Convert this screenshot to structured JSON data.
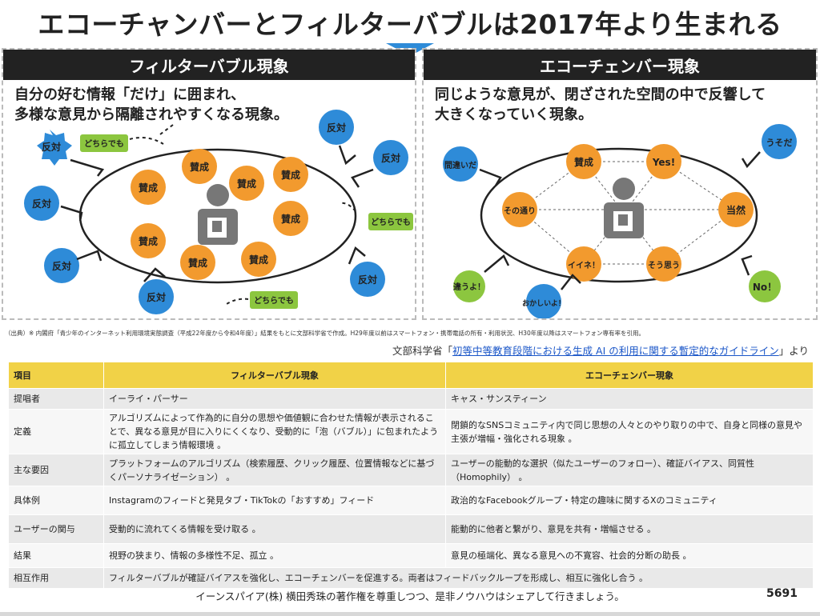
{
  "title": "エコーチャンバーとフィルターバブルは2017年より生まれる",
  "left_panel": {
    "heading": "フィルターバブル現象",
    "desc_line1": "自分の好む情報「だけ」に囲まれ、",
    "desc_line2": "多様な意見から隔離されやすくなる現象。",
    "inside_labels": [
      "賛成",
      "賛成",
      "賛成",
      "賛成",
      "賛成",
      "賛成",
      "賛成",
      "賛成"
    ],
    "outside_blue": [
      "反対",
      "反対",
      "反対",
      "反対",
      "反対",
      "反対",
      "反対"
    ],
    "outside_green": [
      "どちらでも",
      "どちらでも",
      "どちらでも"
    ]
  },
  "right_panel": {
    "heading": "エコーチェンバー現象",
    "desc_line1": "同じような意見が、閉ざされた空間の中で反響して",
    "desc_line2": "大きくなっていく現象。",
    "inside_labels": [
      "賛成",
      "Yes!",
      "その通り",
      "当然",
      "イイネ！",
      "そう思う"
    ],
    "outside_blue": [
      "間違いだ",
      "うそだ",
      "おかしいよ！"
    ],
    "outside_green": [
      "違うよ！",
      "No！"
    ]
  },
  "source_note": "（出典）※ 内閣府「青少年のインターネット利用環境実態調査（平成22年度から令和4年度）」結果をもとに文部科学省で作成。H29年度以前はスマートフォン・携帯電話の所有・利用状況、H30年度以降はスマートフォン専有率を引用。",
  "reference": {
    "prefix": "文部科学省「",
    "link": "初等中等教育段階における生成 AI の利用に関する暫定的なガイドライン",
    "suffix": "」より"
  },
  "table": {
    "headers": [
      "項目",
      "フィルターバブル現象",
      "エコーチェンバー現象"
    ],
    "rows": [
      [
        "提唱者",
        "イーライ・パーサー",
        "キャス・サンスティーン"
      ],
      [
        "定義",
        "アルゴリズムによって作為的に自分の思想や価値観に合わせた情報が表示されることで、異なる意見が目に入りにくくなり、受動的に「泡（バブル）」に包まれたように孤立してしまう情報環境 。",
        "閉鎖的なSNSコミュニティ内で同じ思想の人々とのやり取りの中で、自身と同様の意見や主張が増幅・強化される現象 。"
      ],
      [
        "主な要因",
        "プラットフォームのアルゴリズム（検索履歴、クリック履歴、位置情報などに基づくパーソナライゼーション） 。",
        "ユーザーの能動的な選択（似たユーザーのフォロー）、確証バイアス、同質性（Homophily） 。"
      ],
      [
        "具体例",
        "Instagramのフィードと発見タブ・TikTokの「おすすめ」フィード",
        "政治的なFacebookグループ・特定の趣味に関するXのコミュニティ"
      ],
      [
        "ユーザーの関与",
        "受動的に流れてくる情報を受け取る 。",
        "能動的に他者と繋がり、意見を共有・増幅させる 。"
      ],
      [
        "結果",
        "視野の狭まり、情報の多様性不足、孤立 。",
        "意見の極端化、異なる意見への不寛容、社会的分断の助長 。"
      ],
      [
        "相互作用",
        "フィルターバブルが確証バイアスを強化し、エコーチェンバーを促進する。両者はフィードバックループを形成し、相互に強化し合う 。",
        ""
      ]
    ]
  },
  "footer": "イーンスパイア(株) 横田秀珠の著作権を尊重しつつ、是非ノウハウはシェアして行きましょう。",
  "page_number": "5691",
  "colors": {
    "orange": "#f29a2e",
    "blue": "#2e8bd8",
    "green": "#8cc63f",
    "table_header": "#f1d247"
  }
}
